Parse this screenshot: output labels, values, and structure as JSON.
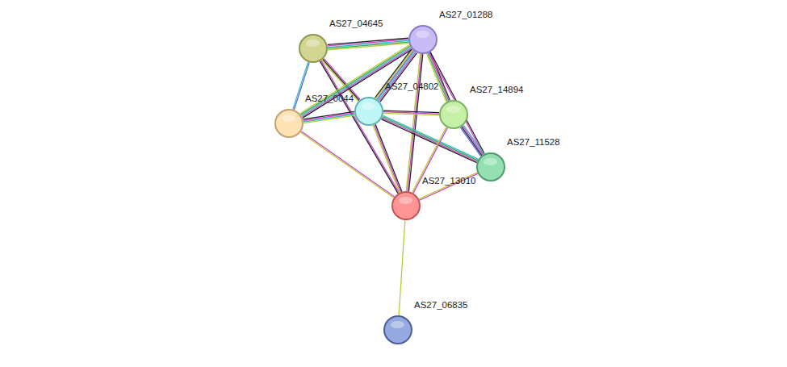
{
  "diagram": {
    "nodes": [
      {
        "text": [
          "AS27_01288"
        ]
      },
      {
        "text": [
          "AS27_04645"
        ]
      },
      {
        "text": [
          "AS27_04802"
        ]
      },
      {
        "text": [
          "AS27_14894"
        ]
      },
      {
        "text": [
          "AS27_0044"
        ]
      },
      {
        "text": [
          "AS27_11528"
        ]
      },
      {
        "text": [
          "AS27_13010"
        ]
      },
      {
        "text": [
          "AS27_06835"
        ]
      }
    ],
    "edges": [
      {
        "from": 1,
        "to": 0,
        "arrow": "none"
      },
      {
        "from": 1,
        "to": 2,
        "arrow": "none"
      },
      {
        "from": 1,
        "to": 4,
        "arrow": "none"
      },
      {
        "from": 1,
        "to": 6,
        "arrow": "none"
      },
      {
        "from": 0,
        "to": 2,
        "arrow": "none"
      },
      {
        "from": 0,
        "to": 4,
        "arrow": "none"
      },
      {
        "from": 0,
        "to": 3,
        "arrow": "none"
      },
      {
        "from": 0,
        "to": 5,
        "arrow": "none"
      },
      {
        "from": 0,
        "to": 6,
        "arrow": "none"
      },
      {
        "from": 4,
        "to": 2,
        "arrow": "none"
      },
      {
        "from": 2,
        "to": 3,
        "arrow": "none"
      },
      {
        "from": 2,
        "to": 5,
        "arrow": "none"
      },
      {
        "from": 2,
        "to": 6,
        "arrow": "none"
      },
      {
        "from": 4,
        "to": 6,
        "arrow": "none"
      },
      {
        "from": 3,
        "to": 5,
        "arrow": "none"
      },
      {
        "from": 3,
        "to": 6,
        "arrow": "none"
      },
      {
        "from": 5,
        "to": 6,
        "arrow": "none"
      },
      {
        "from": 6,
        "to": 7,
        "arrow": "none"
      }
    ]
  }
}
